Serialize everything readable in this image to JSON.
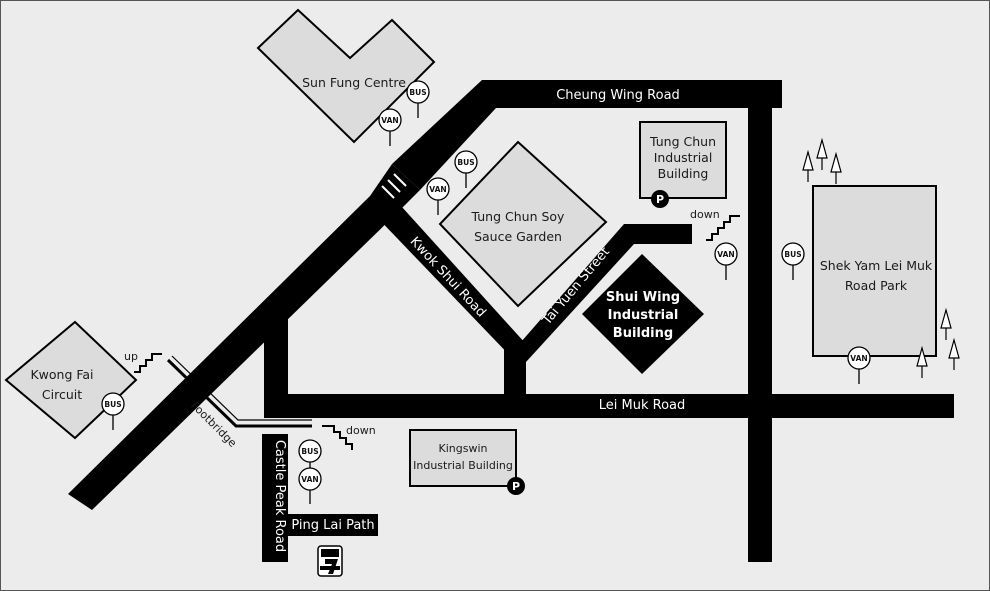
{
  "colors": {
    "background": "#ececec",
    "road": "#000000",
    "building_fill": "#dcdcdc",
    "building_stroke": "#000000"
  },
  "roads": {
    "cheung_wing": "Cheung Wing Road",
    "lei_muk": "Lei Muk Road",
    "kwok_shui": "Kwok Shui Road",
    "tai_yuen": "Tai Yuen Street",
    "castle_peak": "Castle Peak Road",
    "ping_lai": "Ping Lai Path",
    "footbridge": "Footbridge"
  },
  "buildings": {
    "sun_fung": "Sun Fung Centre",
    "tung_chun_industrial": [
      "Tung Chun",
      "Industrial",
      "Building"
    ],
    "tung_chun_soy": [
      "Tung Chun Soy",
      "Sauce Garden"
    ],
    "shui_wing": [
      "Shui Wing",
      "Industrial",
      "Building"
    ],
    "shek_yam": [
      "Shek Yam Lei Muk",
      "Road Park"
    ],
    "kwong_fai": [
      "Kwong Fai",
      "Circuit"
    ],
    "kingswin": [
      "Kingswin",
      "Industrial Building"
    ]
  },
  "stairs": {
    "up": "up",
    "down": "down"
  },
  "icons": {
    "bus": "BUS",
    "van": "VAN",
    "parking": "P",
    "store": "7-eleven-icon",
    "tree": "tree-icon"
  }
}
